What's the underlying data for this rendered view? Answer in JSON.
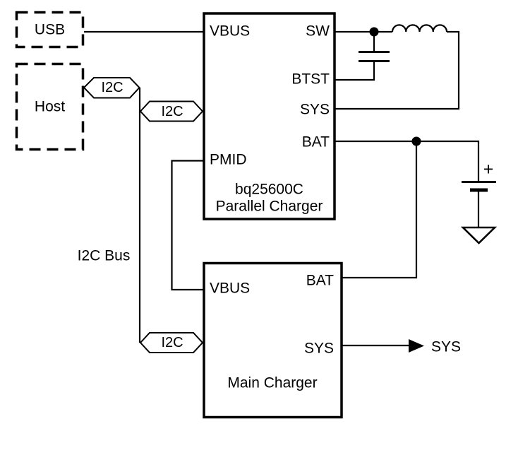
{
  "blocks": {
    "usb": {
      "label": "USB"
    },
    "host": {
      "label": "Host"
    }
  },
  "parallel_charger": {
    "title_line1": "bq25600C",
    "title_line2": "Parallel Charger",
    "pins": {
      "vbus": "VBUS",
      "pmid": "PMID",
      "sw": "SW",
      "btst": "BTST",
      "sys": "SYS",
      "bat": "BAT"
    }
  },
  "main_charger": {
    "title": "Main Charger",
    "pins": {
      "vbus": "VBUS",
      "bat": "BAT",
      "sys": "SYS"
    }
  },
  "i2c": {
    "bus_label": "I2C Bus",
    "tag": "I2C"
  },
  "output": {
    "sys": "SYS"
  },
  "battery": {
    "polarity": "+"
  },
  "colors": {
    "line": "#000000",
    "background": "#ffffff"
  }
}
